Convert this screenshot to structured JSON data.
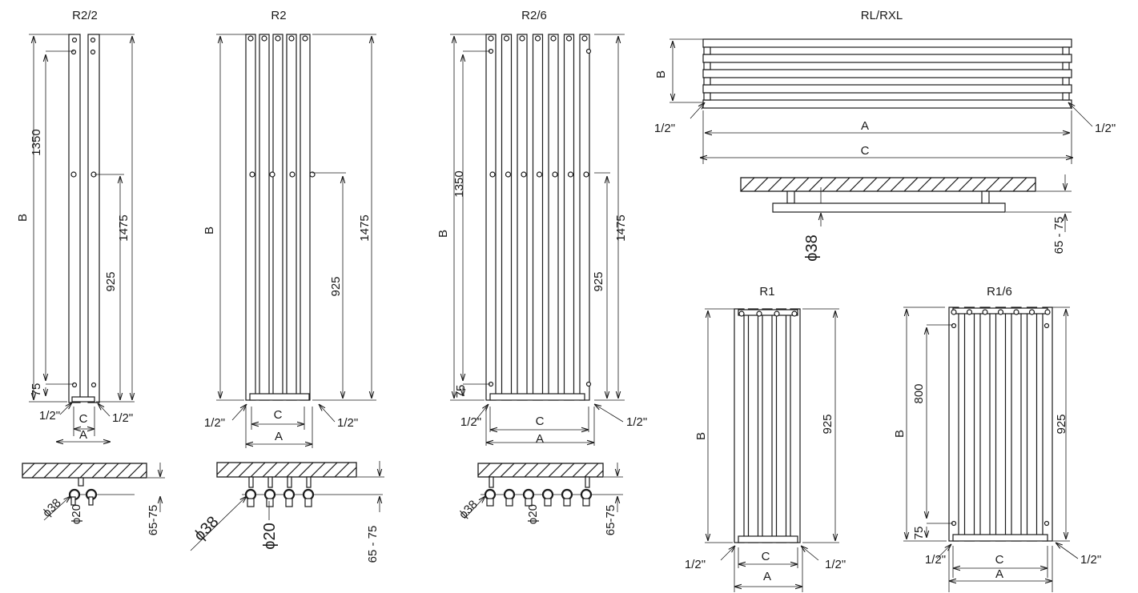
{
  "views": {
    "r2_2": {
      "title": "R2/2",
      "dim_b": "B",
      "dim_1350": "1350",
      "dim_1475": "1475",
      "dim_925": "925",
      "dim_75": "75",
      "inlet_left": "1/2\"",
      "inlet_right": "1/2\"",
      "dim_c": "C",
      "dim_a": "A",
      "dia_38": "ϕ38",
      "dia_20": "ϕ20",
      "depth": "65-75"
    },
    "r2": {
      "title": "R2",
      "dim_b": "B",
      "dim_1475": "1475",
      "dim_925": "925",
      "inlet_left": "1/2\"",
      "inlet_right": "1/2\"",
      "dim_c": "C",
      "dim_a": "A",
      "dia_38": "ϕ38",
      "dia_20": "ϕ20",
      "depth": "65 - 75"
    },
    "r2_6": {
      "title": "R2/6",
      "dim_b": "B",
      "dim_1350": "1350",
      "dim_1475": "1475",
      "dim_925": "925",
      "dim_75": "75",
      "inlet_left": "1/2\"",
      "inlet_right": "1/2\"",
      "dim_c": "C",
      "dim_a": "A",
      "dia_38": "ϕ38",
      "dia_20": "ϕ20",
      "depth": "65-75"
    },
    "rl_rxl": {
      "title": "RL/RXL",
      "dim_b": "B",
      "dim_a": "A",
      "dim_c": "C",
      "inlet_left": "1/2\"",
      "inlet_right": "1/2\"",
      "dia_38": "ϕ38",
      "depth": "65 - 75"
    },
    "r1": {
      "title": "R1",
      "dim_b": "B",
      "dim_925": "925",
      "inlet_left": "1/2\"",
      "inlet_right": "1/2\"",
      "dim_c": "C",
      "dim_a": "A"
    },
    "r1_6": {
      "title": "R1/6",
      "dim_b": "B",
      "dim_800": "800",
      "dim_925": "925",
      "dim_75": "75",
      "inlet_left": "1/2\"",
      "inlet_right": "1/2\"",
      "dim_c": "C",
      "dim_a": "A"
    }
  }
}
